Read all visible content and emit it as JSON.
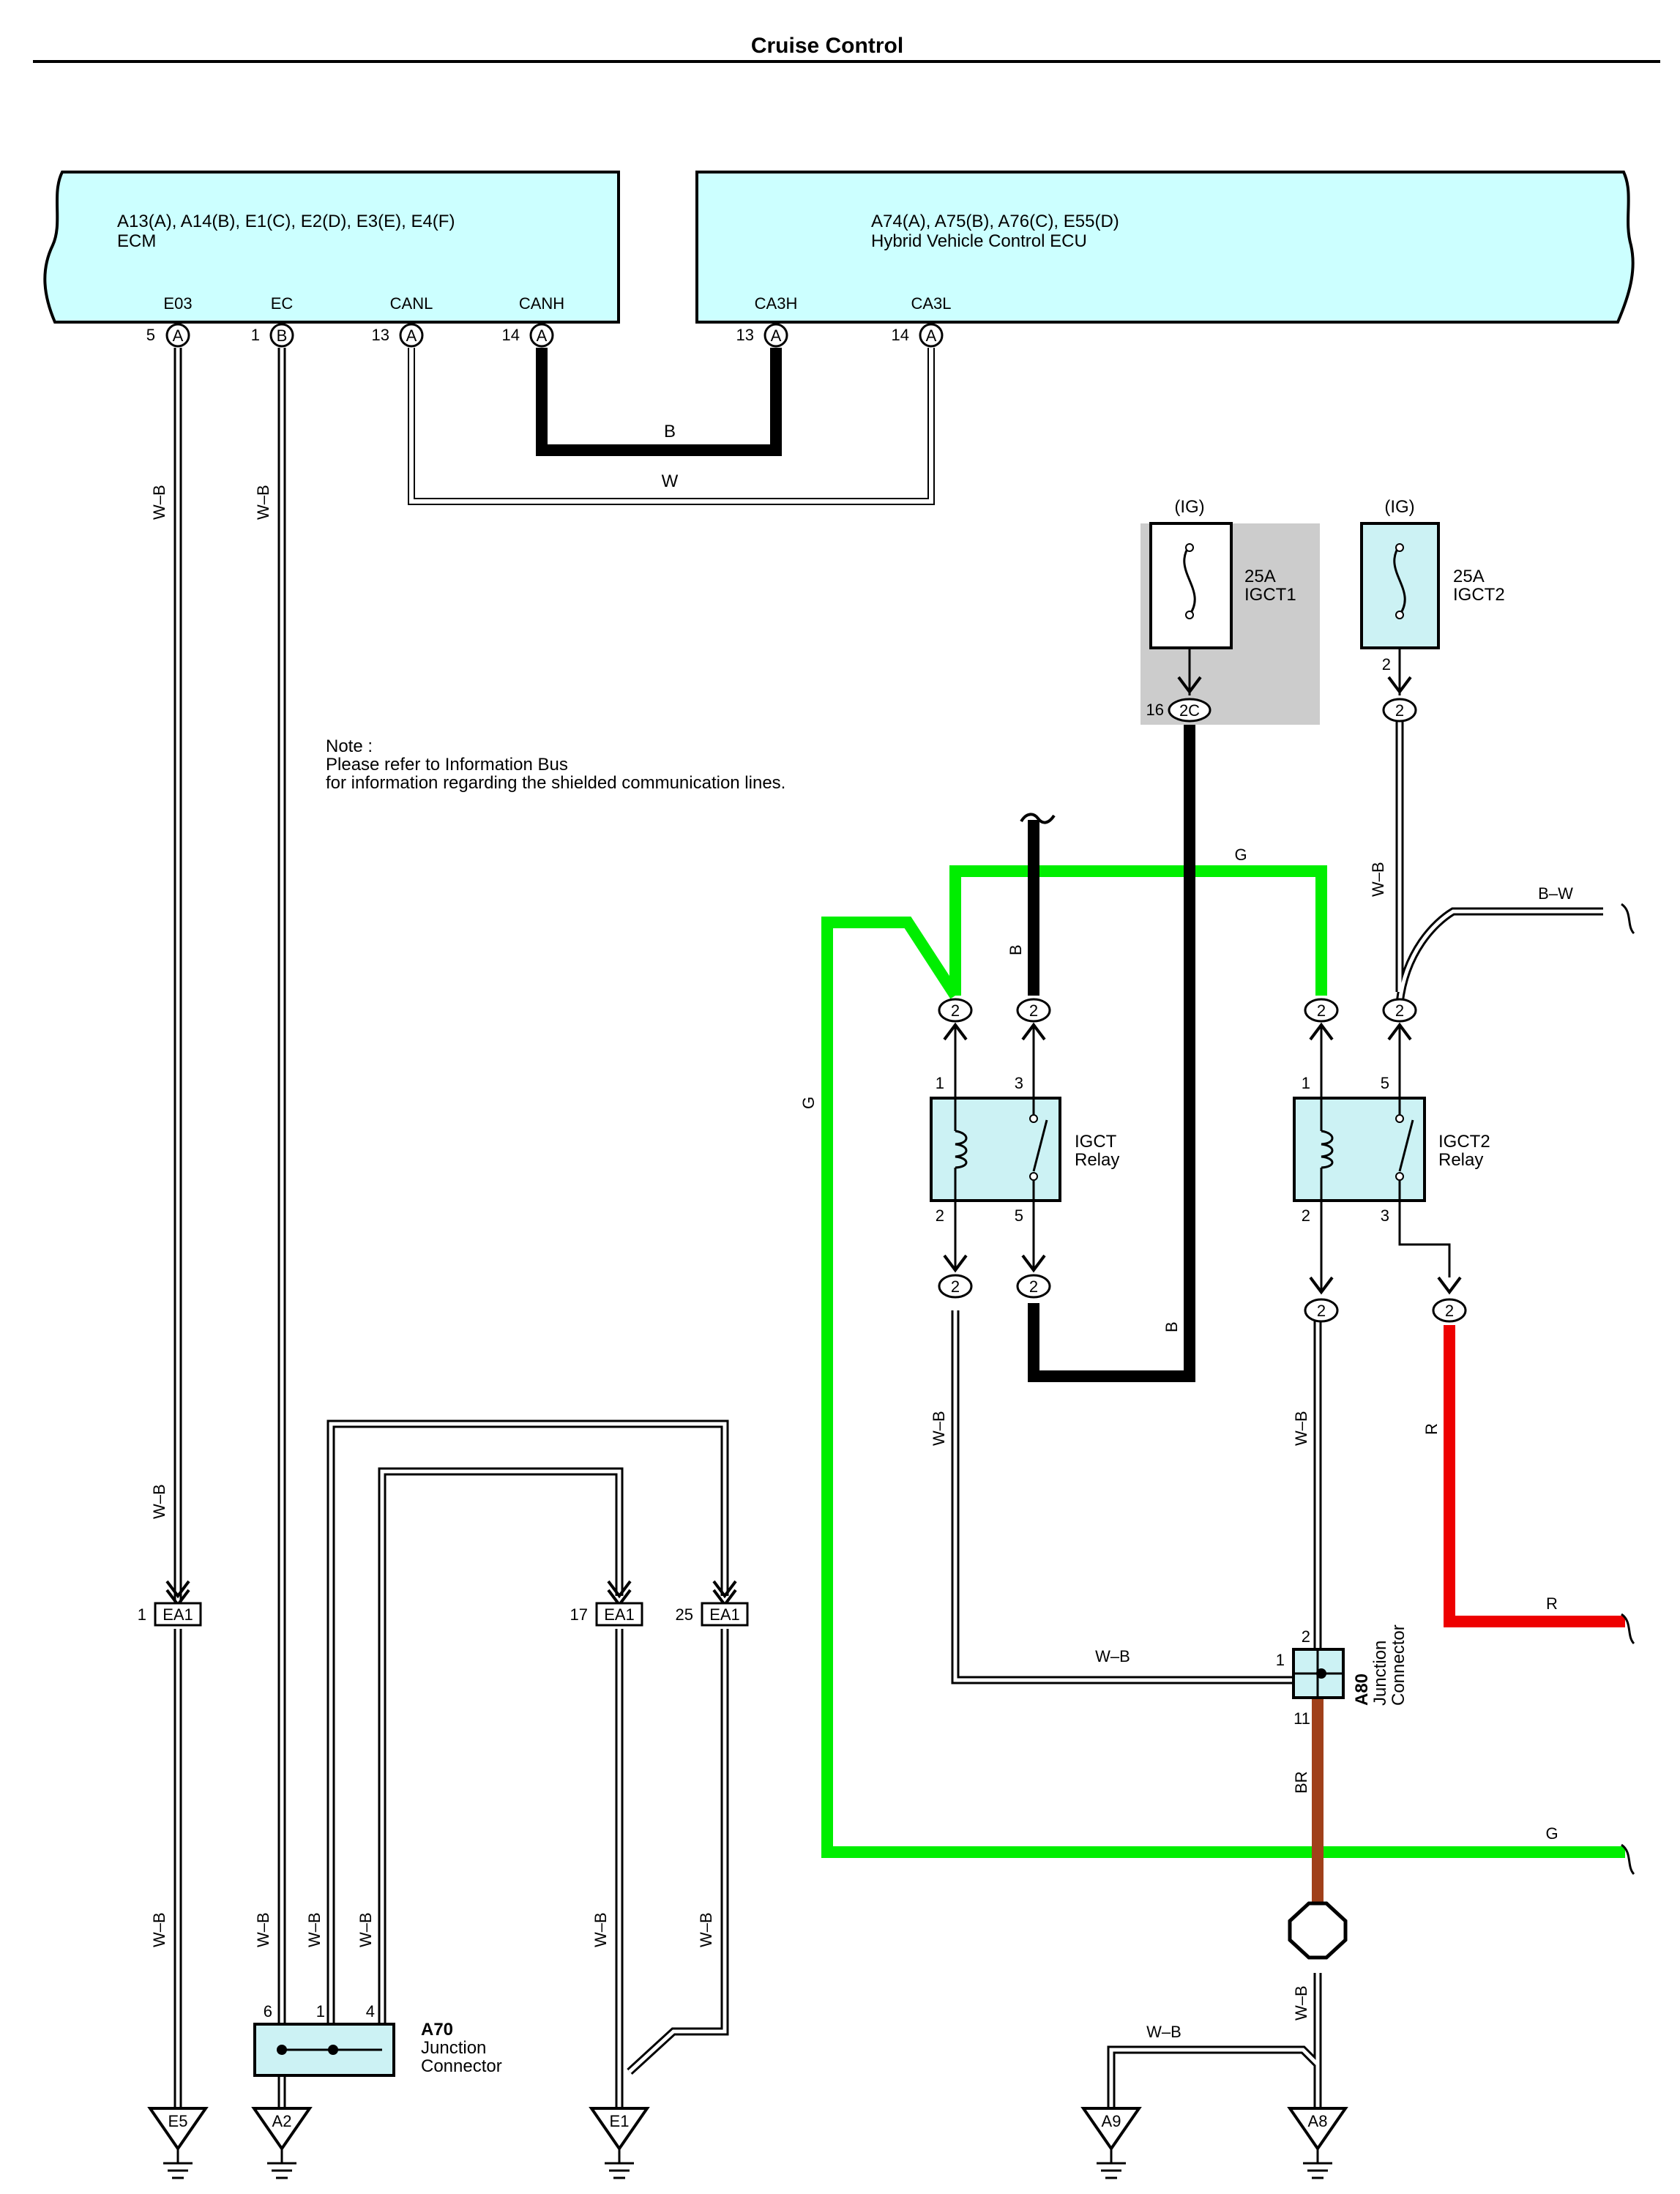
{
  "page": {
    "title": "Cruise Control"
  },
  "ecm": {
    "connectors": "A13(A), A14(B), E1(C), E2(D), E3(E), E4(F)",
    "name": "ECM",
    "pins": [
      "E03",
      "EC",
      "CANL",
      "CANH"
    ],
    "pin_numbers": [
      "5",
      "1",
      "13",
      "14"
    ],
    "pin_connectors": [
      "A",
      "B",
      "A",
      "A"
    ]
  },
  "hv_ecu": {
    "connectors": "A74(A), A75(B), A76(C), E55(D)",
    "name": "Hybrid Vehicle Control ECU",
    "pins": [
      "CA3H",
      "CA3L"
    ],
    "pin_numbers": [
      "13",
      "14"
    ],
    "pin_connectors": [
      "A",
      "A"
    ]
  },
  "can": {
    "high_color_label": "B",
    "low_color_label": "W"
  },
  "note": {
    "line1": "Note :",
    "line2": "Please refer to Information Bus",
    "line3": "for information regarding the shielded communication lines."
  },
  "fuses": [
    {
      "source": "(IG)",
      "rating": "25A",
      "name": "IGCT1",
      "pin": "16",
      "connector": "2C"
    },
    {
      "source": "(IG)",
      "rating": "25A",
      "name": "IGCT2",
      "pin": "2",
      "connector": "2"
    }
  ],
  "relays": [
    {
      "name_line1": "IGCT",
      "name_line2": "Relay",
      "pins_top": [
        "1",
        "3"
      ],
      "pins_bottom": [
        "2",
        "5"
      ]
    },
    {
      "name_line1": "IGCT2",
      "name_line2": "Relay",
      "pins_top": [
        "1",
        "5"
      ],
      "pins_bottom": [
        "2",
        "3"
      ]
    }
  ],
  "relay_connector_label": "2",
  "wire_labels": {
    "wb": "W–B",
    "b": "B",
    "g": "G",
    "r": "R",
    "br": "BR",
    "bw": "B–W"
  },
  "ea1_connectors": [
    {
      "label": "EA1",
      "pin": "1"
    },
    {
      "label": "EA1",
      "pin": "17"
    },
    {
      "label": "EA1",
      "pin": "25"
    }
  ],
  "junctions": [
    {
      "id": "A70",
      "line1": "Junction",
      "line2": "Connector",
      "pins": [
        "6",
        "1",
        "4"
      ]
    },
    {
      "id": "A80",
      "line1": "Junction",
      "line2": "Connector",
      "pins": [
        "2",
        "1",
        "11"
      ]
    }
  ],
  "grounds": [
    "E5",
    "A2",
    "E1",
    "A9",
    "A8"
  ],
  "colors": {
    "ecu_fill": "#ccffff",
    "relay_fill": "#ccf2f4",
    "green_wire": "#00ee00",
    "red_wire": "#ee0000",
    "brown_wire": "#a0401a",
    "fuse_shade": "#cccccc"
  }
}
